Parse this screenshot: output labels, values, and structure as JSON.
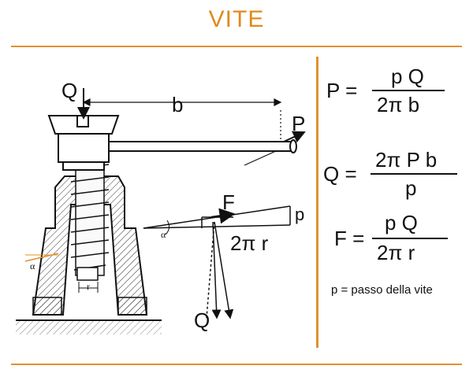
{
  "title": "VITE",
  "diagram": {
    "label_Q_top": "Q",
    "label_b": "b",
    "label_P": "P",
    "label_F": "F",
    "label_p_small": "p",
    "label_2pir": "2π r",
    "label_Q_bottom": "Q",
    "label_alpha_left": "α",
    "label_alpha_mid": "α",
    "label_r": "r"
  },
  "formulas": [
    {
      "lhs": "P =",
      "numerator": "p Q",
      "denominator": "2π b"
    },
    {
      "lhs": "Q =",
      "numerator": "2π P b",
      "denominator": "p"
    },
    {
      "lhs": "F =",
      "numerator": "p Q",
      "denominator": "2π r"
    }
  ],
  "note": "p = passo della vite",
  "colors": {
    "accent": "#e0922e",
    "title": "#e08a1e",
    "ink": "#111111"
  }
}
